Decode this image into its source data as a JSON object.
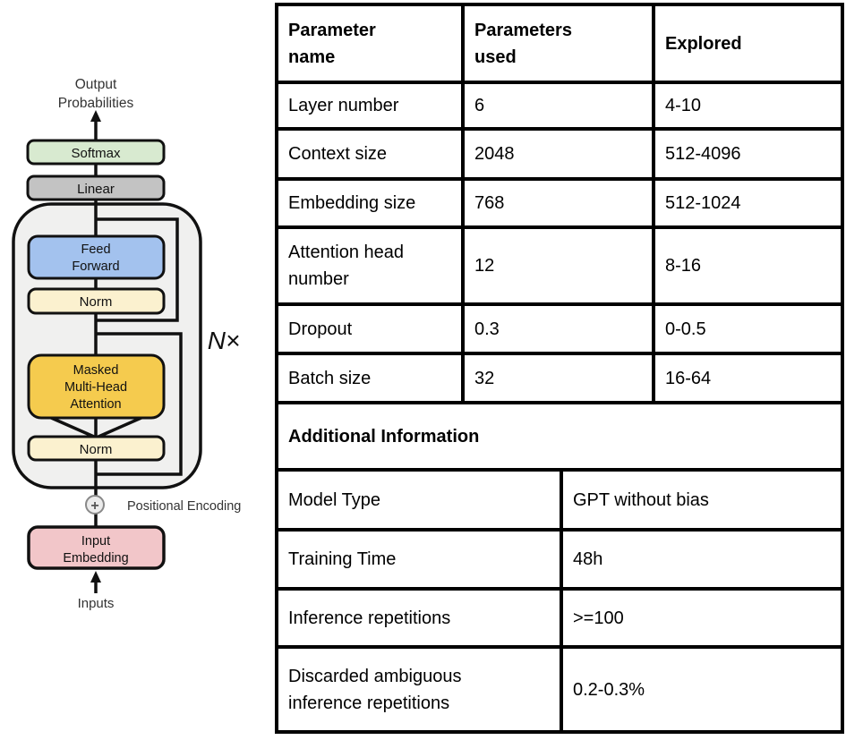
{
  "diagram": {
    "output_label_line1": "Output",
    "output_label_line2": "Probabilities",
    "softmax_label": "Softmax",
    "linear_label": "Linear",
    "feed_forward_line1": "Feed",
    "feed_forward_line2": "Forward",
    "norm1_label": "Norm",
    "attention_line1": "Masked",
    "attention_line2": "Multi-Head",
    "attention_line3": "Attention",
    "norm2_label": "Norm",
    "n_times_label": "N×",
    "plus_icon": "+",
    "positional_encoding_label": "Positional Encoding",
    "input_embedding_line1": "Input",
    "input_embedding_line2": "Embedding",
    "inputs_label": "Inputs",
    "colors": {
      "softmax": "#d8ead0",
      "linear": "#c3c3c3",
      "feed_forward": "#a3c2ee",
      "norm": "#fbf1cf",
      "attention": "#f5cb4e",
      "embedding": "#f2c6c9",
      "container": "#f0f0ef",
      "line": "#111111"
    }
  },
  "table": {
    "headers": [
      "Parameter\nname",
      "Parameters\nused",
      "Explored"
    ],
    "rows": [
      {
        "name": "Layer number",
        "used": "6",
        "explored": "4-10"
      },
      {
        "name": "Context size",
        "used": "2048",
        "explored": "512-4096"
      },
      {
        "name": "Embedding size",
        "used": "768",
        "explored": "512-1024"
      },
      {
        "name": "Attention head\nnumber",
        "used": "12",
        "explored": "8-16"
      },
      {
        "name": "Dropout",
        "used": "0.3",
        "explored": "0-0.5"
      },
      {
        "name": "Batch size",
        "used": "32",
        "explored": "16-64"
      }
    ],
    "section_header": "Additional Information",
    "info_rows": [
      {
        "name": "Model Type",
        "value": "GPT without bias"
      },
      {
        "name": "Training Time",
        "value": "48h"
      },
      {
        "name": "Inference repetitions",
        "value": ">=100"
      },
      {
        "name": "Discarded ambiguous\ninference repetitions",
        "value": "0.2-0.3%"
      }
    ]
  }
}
